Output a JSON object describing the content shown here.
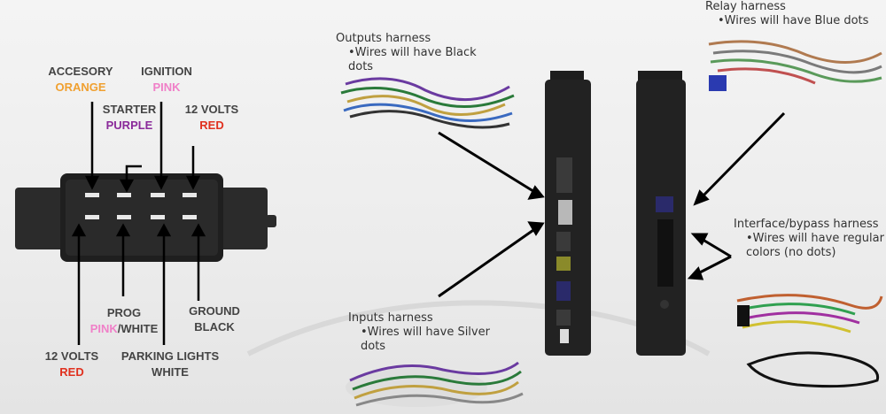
{
  "pins": {
    "accesory": {
      "name": "ACCESORY",
      "color": "ORANGE",
      "hex": "#f0a030"
    },
    "ignition": {
      "name": "IGNITION",
      "color": "PINK",
      "hex": "#f080c8"
    },
    "starter": {
      "name": "STARTER",
      "color": "PURPLE",
      "hex": "#8a2a9a"
    },
    "volts12_top": {
      "name": "12 VOLTS",
      "color": "RED",
      "hex": "#e0301e"
    },
    "prog": {
      "name": "PROG",
      "color_pink": "PINK",
      "color_white": "/WHITE"
    },
    "ground": {
      "name": "GROUND",
      "color": "BLACK"
    },
    "volts12_bottom": {
      "name": "12 VOLTS",
      "color": "RED",
      "hex": "#e0301e"
    },
    "parking": {
      "name": "PARKING LIGHTS",
      "color": "WHITE"
    }
  },
  "harnesses": {
    "outputs": {
      "title": "Outputs harness",
      "note": "Wires will have Black dots"
    },
    "inputs": {
      "title": "Inputs harness",
      "note": "Wires will have Silver dots"
    },
    "relay": {
      "title": "Relay harness",
      "note": "Wires will have Blue dots"
    },
    "interface": {
      "title": "Interface/bypass harness",
      "note": "Wires will have regular colors  (no dots)"
    }
  },
  "bullet": "•"
}
